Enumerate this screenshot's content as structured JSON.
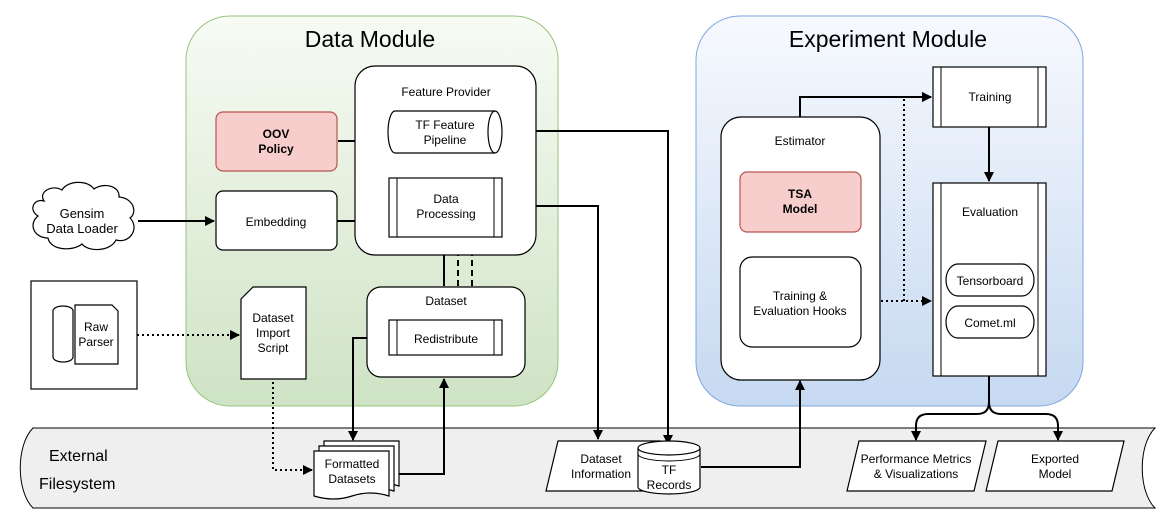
{
  "modules": {
    "data_title": "Data Module",
    "experiment_title": "Experiment Module",
    "external_line1": "External",
    "external_line2": "Filesystem"
  },
  "nodes": {
    "gensim": [
      "Gensim",
      "Data Loader"
    ],
    "raw_parser": [
      "Raw",
      "Parser"
    ],
    "oov_policy": [
      "OOV",
      "Policy"
    ],
    "embedding": [
      "Embedding"
    ],
    "feature_provider": [
      "Feature Provider"
    ],
    "tf_feature_pipeline": [
      "TF Feature",
      "Pipeline"
    ],
    "data_processing": [
      "Data",
      "Processing"
    ],
    "dataset": [
      "Dataset"
    ],
    "redistribute": [
      "Redistribute"
    ],
    "dataset_import_script": [
      "Dataset",
      "Import",
      "Script"
    ],
    "formatted_datasets": [
      "Formatted",
      "Datasets"
    ],
    "dataset_information": [
      "Dataset",
      "Information"
    ],
    "tf_records": [
      "TF",
      "Records"
    ],
    "estimator": [
      "Estimator"
    ],
    "tsa_model": [
      "TSA",
      "Model"
    ],
    "training_hooks": [
      "Training &",
      "Evaluation Hooks"
    ],
    "training": [
      "Training"
    ],
    "evaluation": [
      "Evaluation"
    ],
    "tensorboard": [
      "Tensorboard"
    ],
    "comet": [
      "Comet.ml"
    ],
    "performance_metrics": [
      "Performance Metrics",
      "& Visualizations"
    ],
    "exported_model": [
      "Exported",
      "Model"
    ]
  },
  "colors": {
    "data_module_top": "#f7fbf4",
    "data_module_bottom": "#cfe3c5",
    "experiment_module_top": "#f7f9fe",
    "experiment_module_bottom": "#c6d9f1",
    "highlight_fill": "#f8cecc",
    "highlight_stroke": "#b85450",
    "filesystem_fill": "#efefef"
  }
}
